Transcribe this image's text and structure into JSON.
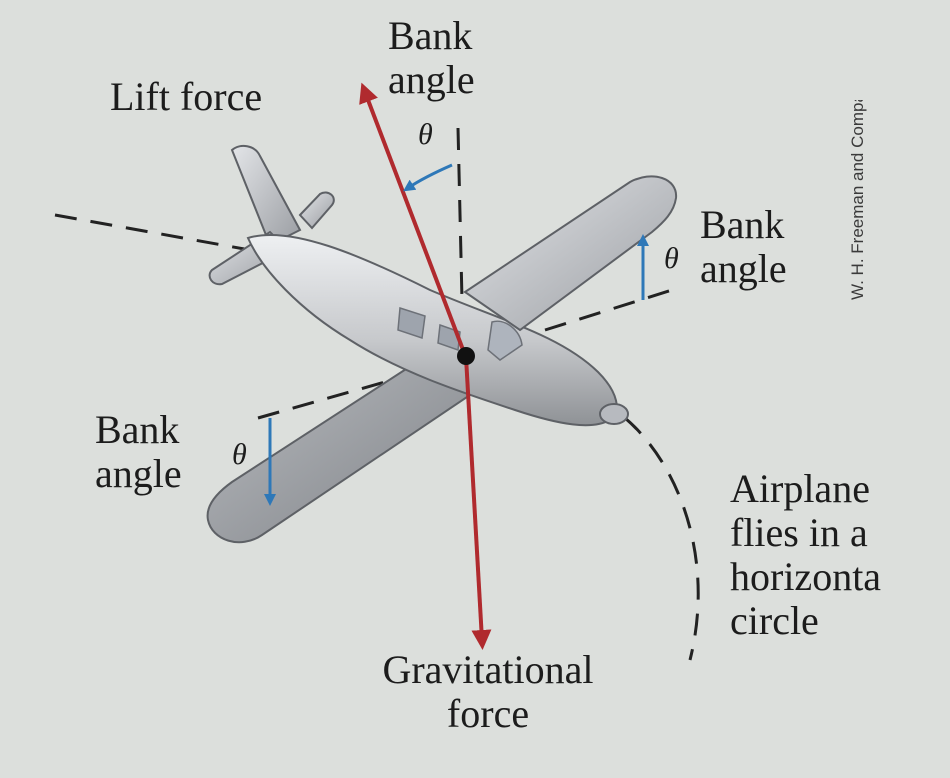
{
  "labels": {
    "bank_angle_top_line1": "Bank",
    "bank_angle_top_line2": "angle",
    "lift_force": "Lift force",
    "bank_angle_right_line1": "Bank",
    "bank_angle_right_line2": "angle",
    "bank_angle_left_line1": "Bank",
    "bank_angle_left_line2": "angle",
    "airplane_line1": "Airplane",
    "airplane_line2": "flies in a",
    "airplane_line3": "horizonta",
    "airplane_line4": "circle",
    "gravitational_line1": "Gravitational",
    "gravitational_line2": "force",
    "theta_symbol": "θ"
  },
  "credit": "W. H. Freeman and Company",
  "colors": {
    "background": "#dcdfdc",
    "force_arrow": "#b02a2e",
    "angle_arrow": "#2e78b8",
    "text": "#1c1c1c",
    "airplane_body": "#c9cbce",
    "airplane_shadow": "#8e9196"
  }
}
